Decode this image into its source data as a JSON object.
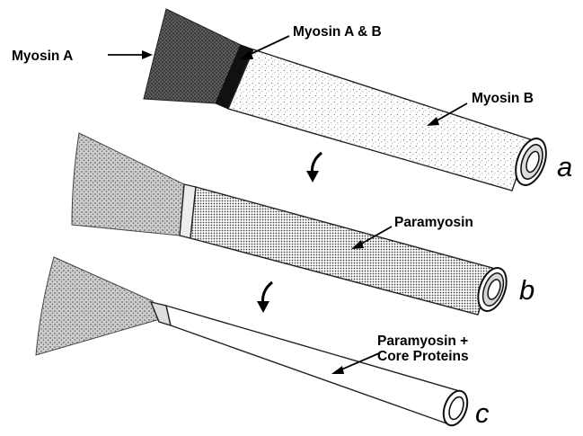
{
  "labels": {
    "myosin_a": "Myosin A",
    "myosin_ab": "Myosin A & B",
    "myosin_b": "Myosin B",
    "paramyosin": "Paramyosin",
    "core_line1": "Paramyosin +",
    "core_line2": "Core Proteins"
  },
  "panels": {
    "a": "a",
    "b": "b",
    "c": "c"
  }
}
